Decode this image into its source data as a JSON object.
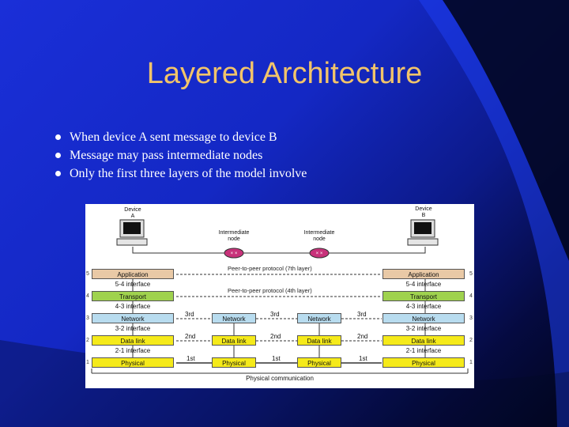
{
  "slide": {
    "title": "Layered Architecture",
    "bullets": [
      "When device A sent message to device B",
      "Message may pass intermediate nodes",
      "Only the first three layers of the model involve"
    ]
  },
  "diagram": {
    "device_a": [
      "Device",
      "A"
    ],
    "device_b": [
      "Device",
      "B"
    ],
    "intermediate": [
      "Intermediate",
      "node"
    ],
    "layers": {
      "application": "Application",
      "transport": "Transport",
      "network": "Network",
      "data_link": "Data link",
      "physical": "Physical"
    },
    "interfaces": {
      "i54": "5-4 interface",
      "i43": "4-3 interface",
      "i32": "3-2 interface",
      "i21": "2-1 interface"
    },
    "protocols": {
      "p7": "Peer-to-peer protocol (7th layer)",
      "p4": "Peer-to-peer protocol (4th layer)"
    },
    "hops": {
      "h3": "3rd",
      "h2": "2nd",
      "h1": "1st"
    },
    "physical_communication": "Physical communication",
    "layer_numbers_left": [
      "5",
      "4",
      "3",
      "2",
      "1"
    ],
    "layer_numbers_right": [
      "5",
      "4",
      "3",
      "2",
      "1"
    ]
  },
  "colors": {
    "title": "#f2c46a",
    "application": "#e9c9a6",
    "transport": "#9fd24e",
    "network": "#b8dcef",
    "data_link": "#f5ea1a",
    "physical": "#f5ea1a"
  }
}
